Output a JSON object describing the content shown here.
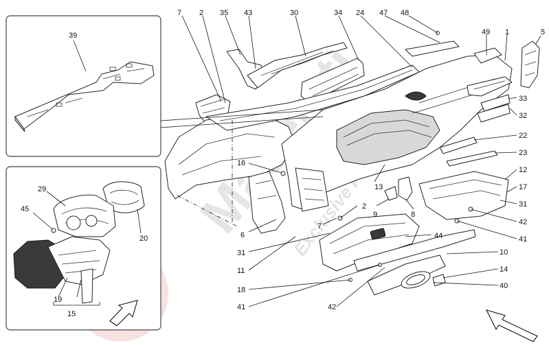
{
  "watermark": {
    "brand": "Maserati",
    "tagline": "Exclusive Parts",
    "colors": {
      "text": "#d0d0d0",
      "logo_red": "#e23b3b"
    }
  },
  "callouts": {
    "c1": "1",
    "c2": "2",
    "c2b": "2",
    "c5": "5",
    "c6": "6",
    "c7": "7",
    "c7b": "7",
    "c8": "8",
    "c9": "9",
    "c10": "10",
    "c11": "11",
    "c12": "12",
    "c13": "13",
    "c14": "14",
    "c15": "15",
    "c16": "16",
    "c17": "17",
    "c18": "18",
    "c19": "19",
    "c20": "20",
    "c22": "22",
    "c23": "23",
    "c24": "24",
    "c29": "29",
    "c30": "30",
    "c31": "31",
    "c31b": "31",
    "c32": "32",
    "c33": "33",
    "c34": "34",
    "c35": "35",
    "c39": "39",
    "c40": "40",
    "c41": "41",
    "c41b": "41",
    "c42": "42",
    "c42b": "42",
    "c43": "43",
    "c44": "44",
    "c45": "45",
    "c47": "47",
    "c48": "48",
    "c49": "49"
  }
}
